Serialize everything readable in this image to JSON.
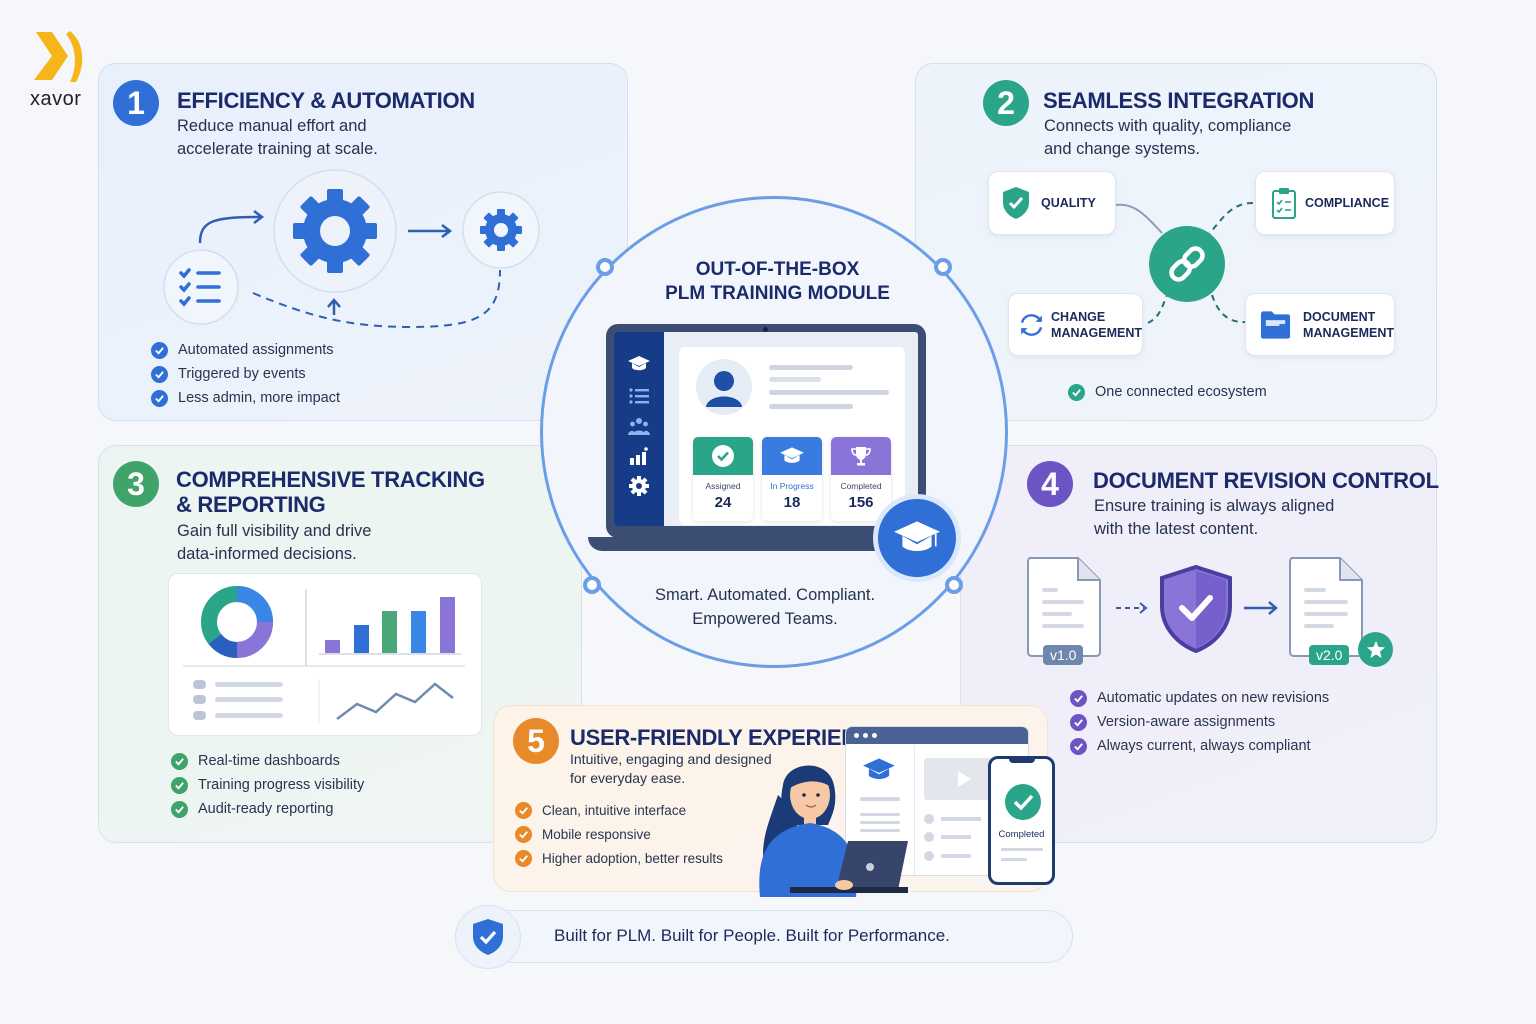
{
  "brand": {
    "name": "xavor",
    "logo_color": "#f7b519"
  },
  "center": {
    "title_line1": "OUT-OF-THE-BOX",
    "title_line2": "PLM TRAINING MODULE",
    "tagline_line1": "Smart. Automated. Compliant.",
    "tagline_line2": "Empowered Teams.",
    "sidebar_icons": [
      "graduation-cap-icon",
      "list-icon",
      "users-icon",
      "bar-chart-icon",
      "gear-icon"
    ],
    "stats": [
      {
        "label": "Assigned",
        "value": "24",
        "color": "#2aa58a",
        "icon": "check-circle-icon"
      },
      {
        "label": "In Progress",
        "value": "18",
        "color": "#3a7be0",
        "icon": "graduation-cap-icon"
      },
      {
        "label": "Completed",
        "value": "156",
        "color": "#8b74d8",
        "icon": "trophy-icon"
      }
    ]
  },
  "sections": {
    "efficiency": {
      "number": "1",
      "color": "#2f6fd6",
      "title": "EFFICIENCY & AUTOMATION",
      "desc_line1": "Reduce manual effort and",
      "desc_line2": "accelerate training at scale.",
      "bullets": [
        "Automated assignments",
        "Triggered by events",
        "Less admin, more impact"
      ]
    },
    "integration": {
      "number": "2",
      "color": "#2aa58a",
      "title": "SEAMLESS INTEGRATION",
      "desc_line1": "Connects with quality, compliance",
      "desc_line2": "and change systems.",
      "nodes": {
        "quality": "QUALITY",
        "compliance": "COMPLIANCE",
        "change_line1": "CHANGE",
        "change_line2": "MANAGEMENT",
        "document_line1": "DOCUMENT",
        "document_line2": "MANAGEMENT"
      },
      "bullets": [
        "One connected ecosystem"
      ]
    },
    "tracking": {
      "number": "3",
      "color": "#3fa36a",
      "title_line1": "COMPREHENSIVE TRACKING",
      "title_line2": "& REPORTING",
      "desc_line1": "Gain full visibility and drive",
      "desc_line2": "data-informed decisions.",
      "bullets": [
        "Real-time dashboards",
        "Training progress visibility",
        "Audit-ready reporting"
      ]
    },
    "revision": {
      "number": "4",
      "color": "#6c54c4",
      "title": "DOCUMENT REVISION CONTROL",
      "desc_line1": "Ensure training is always aligned",
      "desc_line2": "with the latest content.",
      "old_version": "v1.0",
      "new_version": "v2.0",
      "bullets": [
        "Automatic updates on new revisions",
        "Version-aware assignments",
        "Always current, always compliant"
      ]
    },
    "experience": {
      "number": "5",
      "color": "#e8892a",
      "title": "USER-FRIENDLY EXPERIENCE",
      "desc_line1": "Intuitive, engaging and designed",
      "desc_line2": "for everyday ease.",
      "phone_status": "Completed",
      "bullets": [
        "Clean, intuitive interface",
        "Mobile responsive",
        "Higher adoption, better results"
      ]
    }
  },
  "footer": {
    "tagline": "Built for PLM. Built for People. Built for Performance."
  }
}
